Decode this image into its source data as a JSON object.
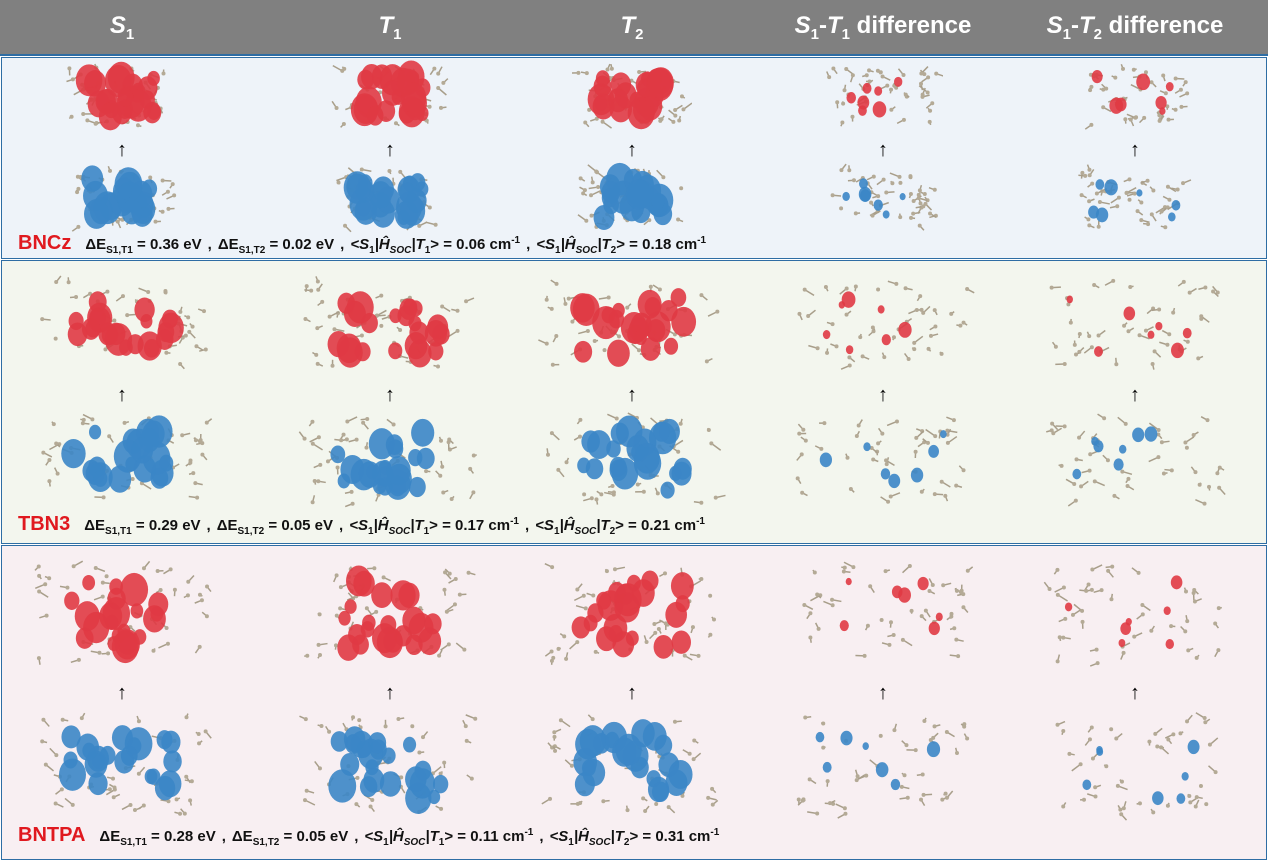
{
  "header": {
    "columns": [
      {
        "main": "S",
        "sub": "1",
        "rest": ""
      },
      {
        "main": "T",
        "sub": "1",
        "rest": ""
      },
      {
        "main": "T",
        "sub": "2",
        "rest": ""
      },
      {
        "main": "S",
        "sub": "1",
        "mid": "-",
        "main2": "T",
        "sub2": "1",
        "rest": " difference"
      },
      {
        "main": "S",
        "sub": "1",
        "mid": "-",
        "main2": "T",
        "sub2": "2",
        "rest": " difference"
      }
    ]
  },
  "labels": {
    "delta": "ΔE",
    "s1t1": "S1,T1",
    "s1t2": "S1,T2",
    "eq": " = ",
    "ev": " eV",
    "cm": " cm",
    "minus1": "-1",
    "bra": "<S",
    "one": "1",
    "h": "|Ĥ",
    "soc": "SOC",
    "t": "|T",
    "two": "2",
    "ket": ">"
  },
  "colors": {
    "red": "#e03a44",
    "blue": "#3b86c6",
    "name": "#e0191f"
  },
  "rows": [
    {
      "name": "BNCz",
      "dE_S1T1": "0.36",
      "dE_S1T2": "0.02",
      "soc_T1": "0.06",
      "soc_T2": "0.18"
    },
    {
      "name": "TBN3",
      "dE_S1T1": "0.29",
      "dE_S1T2": "0.05",
      "soc_T1": "0.17",
      "soc_T2": "0.21"
    },
    {
      "name": "BNTPA",
      "dE_S1T1": "0.28",
      "dE_S1T2": "0.05",
      "soc_T1": "0.11",
      "soc_T2": "0.31"
    }
  ]
}
